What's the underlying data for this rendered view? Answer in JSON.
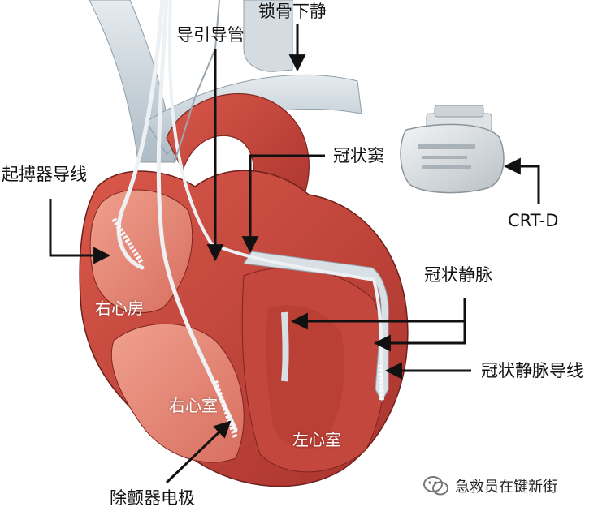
{
  "labels": {
    "subclavian_vein": "锁骨下静",
    "guide_catheter": "导引导管",
    "coronary_sinus": "冠状窦",
    "pacemaker_lead": "起搏器导线",
    "crt_d": "CRT-D",
    "coronary_vein": "冠状静脉",
    "coronary_vein_lead": "冠状静脉导线",
    "right_atrium": "右心房",
    "right_ventricle": "右心室",
    "left_ventricle": "左心室",
    "defibrillator_electrode": "除颤器电极"
  },
  "watermark": {
    "text": "急救员在键新街"
  },
  "colors": {
    "arrow": "#111111",
    "heart_muscle": "#c8463c",
    "heart_inner": "#e07a6a",
    "vessel": "#c9d3da",
    "lead": "#e8ecef"
  }
}
